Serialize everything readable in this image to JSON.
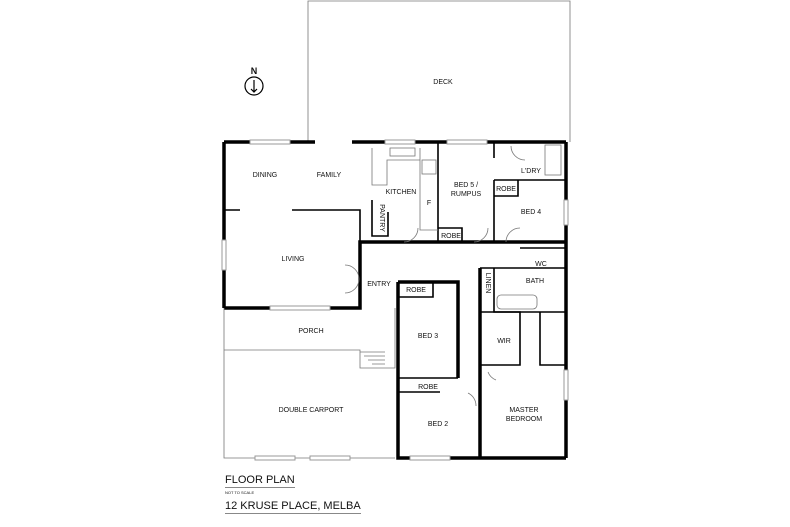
{
  "north": {
    "label": "N"
  },
  "rooms": {
    "deck": "DECK",
    "dining": "DINING",
    "family": "FAMILY",
    "kitchen": "KITCHEN",
    "fridge": "F",
    "pantry": "PANTRY",
    "bed5": "BED 5 /",
    "bed5b": "RUMPUS",
    "robe_bed5": "ROBE",
    "laundry": "L'DRY",
    "robe_bed4": "ROBE",
    "bed4": "BED 4",
    "living": "LIVING",
    "entry": "ENTRY",
    "robe_bed3": "ROBE",
    "linen": "LINEN",
    "wc": "WC",
    "bath": "BATH",
    "porch": "PORCH",
    "bed3": "BED 3",
    "wir": "WIR",
    "robe_bed2": "ROBE",
    "carport": "DOUBLE CARPORT",
    "bed2": "BED 2",
    "master": "MASTER",
    "master2": "BEDROOM"
  },
  "footer": {
    "title": "FLOOR PLAN",
    "scale_note": "NOT TO SCALE",
    "address": "12 KRUSE PLACE, MELBA"
  }
}
